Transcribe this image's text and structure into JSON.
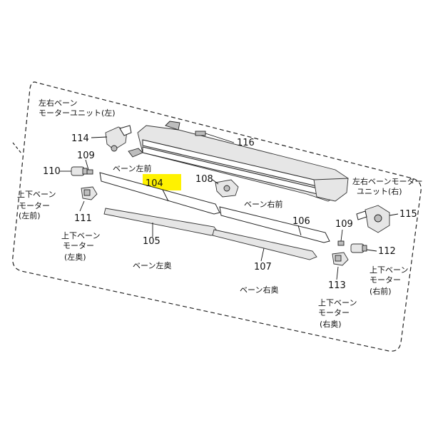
{
  "parts": {
    "p104": {
      "num": "104",
      "label": "ベーン左前"
    },
    "p105": {
      "num": "105",
      "label": "ベーン左奥"
    },
    "p106": {
      "num": "106",
      "label": "ベーン右前"
    },
    "p107": {
      "num": "107",
      "label": "ベーン右奥"
    },
    "p108": {
      "num": "108"
    },
    "p109a": {
      "num": "109"
    },
    "p109b": {
      "num": "109"
    },
    "p110": {
      "num": "110",
      "label": [
        "上下ベーン",
        "モーター",
        "(左前)"
      ]
    },
    "p111": {
      "num": "111",
      "label": [
        "上下ベーン",
        "モーター",
        "(左奥)"
      ]
    },
    "p112": {
      "num": "112",
      "label": [
        "上下ベーン",
        "モーター",
        "(右前)"
      ]
    },
    "p113": {
      "num": "113",
      "label": [
        "上下ベーン",
        "モーター",
        "(右奥)"
      ]
    },
    "p114": {
      "num": "114",
      "label": [
        "左右ベーン",
        "モーターユニット(左)"
      ]
    },
    "p115": {
      "num": "115",
      "label": [
        "左右ベーンモーター",
        "ユニット(右)"
      ]
    },
    "p116": {
      "num": "116"
    }
  },
  "highlight": {
    "part": "104",
    "color": "#fff200"
  }
}
